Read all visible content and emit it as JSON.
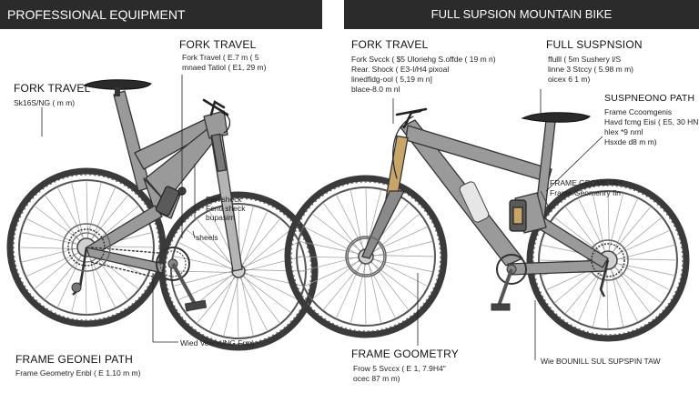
{
  "banners": {
    "left": "PROFESSIONAL EQUIPMENT",
    "right": "FULL SUPSION MOUNTAIN BIKE"
  },
  "left_bike": {
    "fork_travel_top": {
      "heading": "FORK TRAVEL",
      "lines": [
        "Fork Travel ( E.7 m ( 5",
        "mnaed Tatiol ( E1, 29 m)"
      ]
    },
    "fork_travel_side": {
      "heading": "FORK TRAVEL",
      "lines": [
        "Sk16S/NG ( m m)"
      ]
    },
    "rear_shock": {
      "lines": [
        "Peri sheck",
        "Fenti sheck",
        "bupasim"
      ]
    },
    "sheels_note": "sheels",
    "bottom_note": "Wied Veenri/NG Frm)",
    "frame_geometry": {
      "heading": "FRAME GEONEI PATH",
      "lines": [
        "Frame Geometry Enbl ( E 1.10 m m)"
      ]
    }
  },
  "right_bike": {
    "fork_travel": {
      "heading": "FORK TRAVEL",
      "lines": [
        "Fork Svcck ( $5 Uloriehg S.offde ( 19 m n)",
        "Rear. Shock ( E3-I/H4 pixoal",
        "linedfidg-ool ( 5,19 m n]",
        "blace-8.0 m nl"
      ]
    },
    "full_suspension": {
      "heading": "FULL SUSPNSION",
      "lines": [
        "ffulll ( 5m Sushery l/S",
        "linne 3 Stccy ( 5.98 m m)",
        "oicex 6 1 m)"
      ]
    },
    "suspension_path": {
      "heading": "SUSPNEONO PATH",
      "lines": [
        "Frame Ccoomgenis",
        "Havd fcmg Eisi ( E5, 30 HN\"",
        "hlex *9 nrnl",
        "Hsxde d8 m m)"
      ]
    },
    "frame_geometry_side": {
      "lines": [
        "FRAME GEOMETRY",
        "Frame Geomenry fin"
      ]
    },
    "frame_geometry": {
      "heading": "FRAME GOOMETRY",
      "lines": [
        "Frow 5 Svccx ( E 1, 7.9H4\"",
        "ocec 87 m m)"
      ]
    },
    "bottom_note": "Wie BOUNILL SUL SUPSPIN TAW"
  },
  "colors": {
    "banner_bg": "#2b2b2b",
    "banner_text": "#ffffff",
    "frame": "#8a8a8a",
    "tire": "#3a3a3a"
  }
}
